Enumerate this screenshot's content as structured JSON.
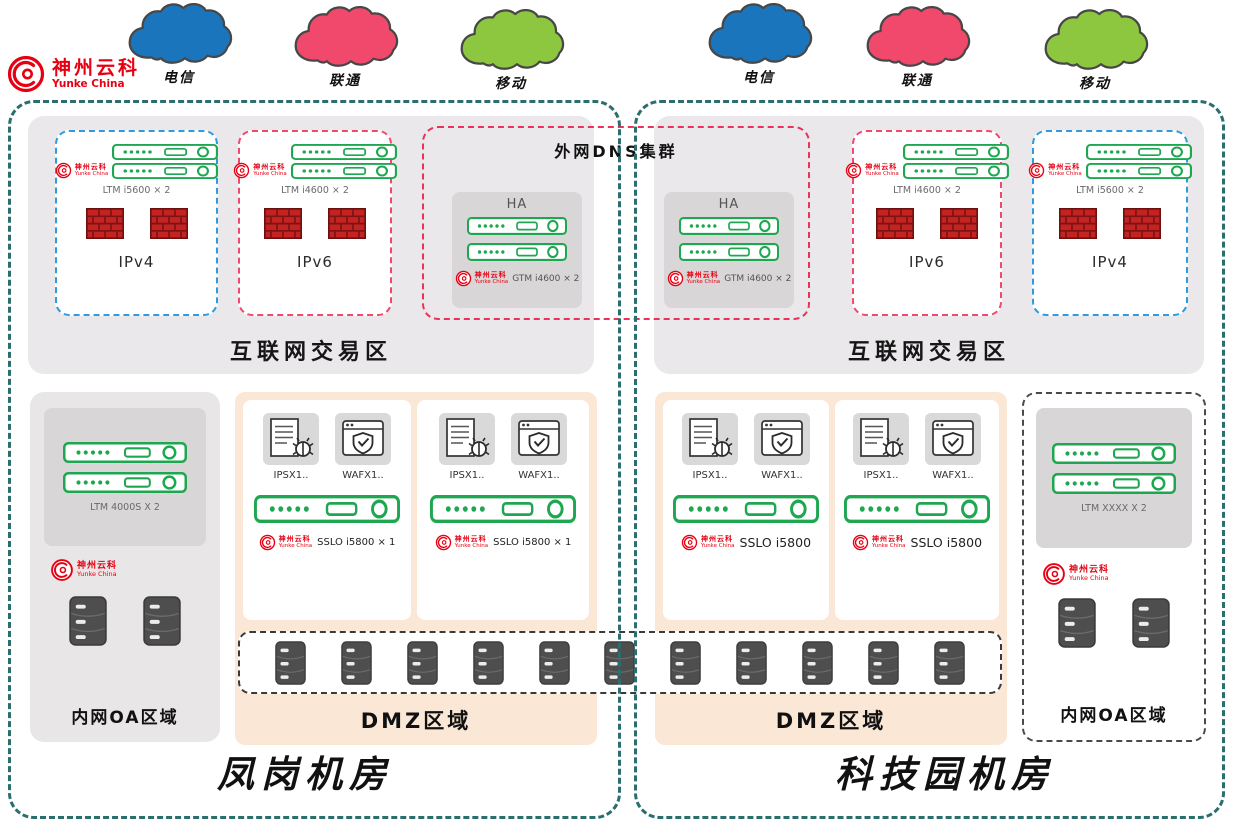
{
  "logo": {
    "brand": "神州云科",
    "sub": "Yunke China"
  },
  "clouds": [
    {
      "label": "电信",
      "color": "#1b75bc"
    },
    {
      "label": "联通",
      "color": "#f0496b"
    },
    {
      "label": "移动",
      "color": "#8dc63f"
    },
    {
      "label": "电信",
      "color": "#1b75bc"
    },
    {
      "label": "联通",
      "color": "#f0496b"
    },
    {
      "label": "移动",
      "color": "#8dc63f"
    }
  ],
  "dns_cluster": {
    "title": "外网DNS集群"
  },
  "datacenters": [
    {
      "name": "凤岗机房",
      "internet_zone_label": "互联网交易区",
      "ipv4": {
        "label": "IPv4",
        "device": "LTM i5600 × 2"
      },
      "ipv6": {
        "label": "IPv6",
        "device": "LTM i4600 × 2"
      },
      "ha": {
        "title": "HA",
        "device": "GTM i4600 × 2"
      },
      "oa": {
        "label": "内网OA区域",
        "device": "LTM 4000S X 2"
      },
      "dmz": {
        "label": "DMZ区域",
        "stacks": [
          {
            "ips": "IPSX1..",
            "waf": "WAFX1..",
            "sslo": "SSLO i5800 × 1"
          },
          {
            "ips": "IPSX1..",
            "waf": "WAFX1..",
            "sslo": "SSLO i5800 × 1"
          }
        ]
      }
    },
    {
      "name": "科技园机房",
      "internet_zone_label": "互联网交易区",
      "ipv4": {
        "label": "IPv4",
        "device": "LTM i5600 × 2"
      },
      "ipv6": {
        "label": "IPv6",
        "device": "LTM i4600 × 2"
      },
      "ha": {
        "title": "HA",
        "device": "GTM i4600 × 2"
      },
      "oa": {
        "label": "内网OA区域",
        "device": "LTM XXXX X 2"
      },
      "dmz": {
        "label": "DMZ区域",
        "stacks": [
          {
            "ips": "IPSX1..",
            "waf": "WAFX1..",
            "sslo": "SSLO i5800"
          },
          {
            "ips": "IPSX1..",
            "waf": "WAFX1..",
            "sslo": "SSLO i5800"
          }
        ]
      }
    }
  ],
  "server_strip": {
    "count": 11
  },
  "colors": {
    "teal_border": "#2b6e6e",
    "ipv4_border": "#2e9bdc",
    "ipv6_border": "#ef4a6e",
    "dns_border": "#e8335a",
    "zone_gray": "#eae8ea",
    "dmz_peach": "#fbe7d6",
    "device_green": "#1ea750",
    "firewall_red": "#c52222",
    "server_gray": "#4e4e4e",
    "brand_red": "#e60012"
  }
}
